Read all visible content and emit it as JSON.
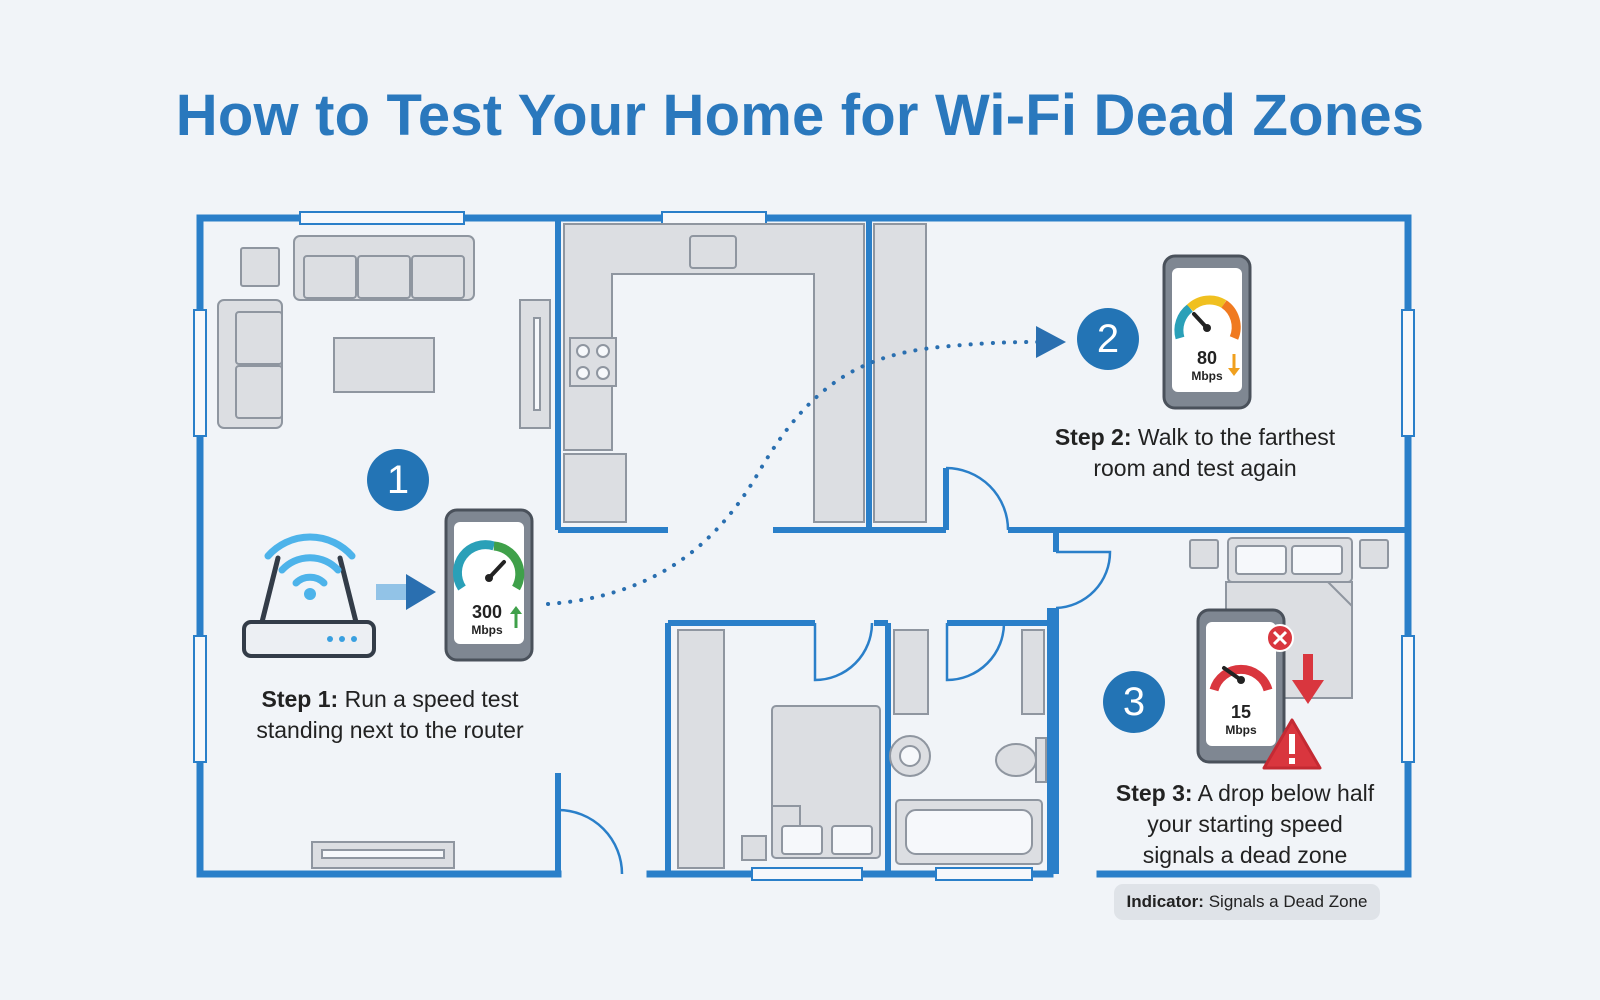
{
  "title": "How to Test Your Home for Wi-Fi Dead Zones",
  "steps": [
    {
      "number": "1",
      "label": "Step 1:",
      "line1_rest": "Run a speed test",
      "line2": "standing next to the router",
      "speed": "300",
      "unit": "Mbps"
    },
    {
      "number": "2",
      "label": "Step 2:",
      "line1_rest": "Walk to the farthest",
      "line2": "room and test again",
      "speed": "80",
      "unit": "Mbps"
    },
    {
      "number": "3",
      "label": "Step 3:",
      "line1_rest": "A drop below half",
      "line2": "your starting speed",
      "line3": "signals a dead zone",
      "speed": "15",
      "unit": "Mbps"
    }
  ],
  "indicator": {
    "label": "Indicator:",
    "text": "Signals a Dead Zone"
  },
  "colors": {
    "wall": "#2a7fc9",
    "accent": "#2374b5",
    "furniture_fill": "#dcdee2",
    "speed_good": "#3fa04a",
    "speed_mid": "#f0a01e",
    "speed_bad": "#d9363e"
  },
  "icons": [
    "wifi-router-icon",
    "smartphone-speedometer-icon",
    "arrow-up-icon",
    "arrow-down-icon",
    "close-x-icon",
    "warning-triangle-icon",
    "direction-arrow-icon"
  ]
}
